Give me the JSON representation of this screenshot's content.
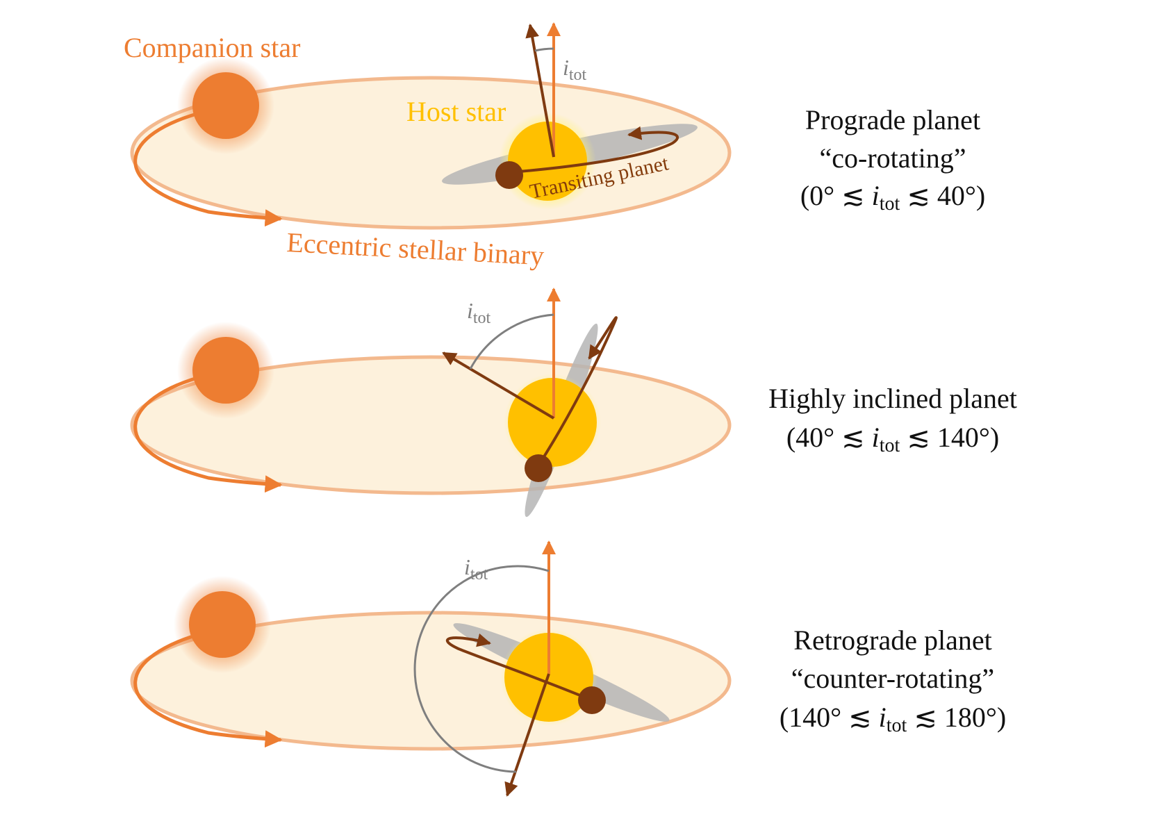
{
  "labels": {
    "companion_star": "Companion star",
    "host_star": "Host star",
    "transiting_planet": "Transiting planet",
    "binary": "Eccentric stellar binary",
    "angle_symbol": "i",
    "angle_sub": "tot"
  },
  "panels": [
    {
      "line1": "Prograde planet",
      "line2": "“co-rotating”",
      "range_open": "(0° ≲ ",
      "range_close": " ≲ 40°)"
    },
    {
      "line1": "Highly inclined planet",
      "range_open": "(40° ≲ ",
      "range_close": " ≲ 140°)"
    },
    {
      "line1": "Retrograde planet",
      "line2": "“counter-rotating”",
      "range_open": "(140° ≲ ",
      "range_close": " ≲ 180°)"
    }
  ],
  "colors": {
    "orbit_fill": "#fdf1dc",
    "orbit_stroke": "#f3b98e",
    "companion": "#ed7d31",
    "host_star": "#ffc000",
    "host_glow": "#fff27a",
    "planet": "#7f3a10",
    "planet_orbit_plane": "#b5b5b5",
    "angle_arc": "#7f7f7f",
    "host_label": "#ffc000",
    "planet_label": "#843c0c"
  }
}
